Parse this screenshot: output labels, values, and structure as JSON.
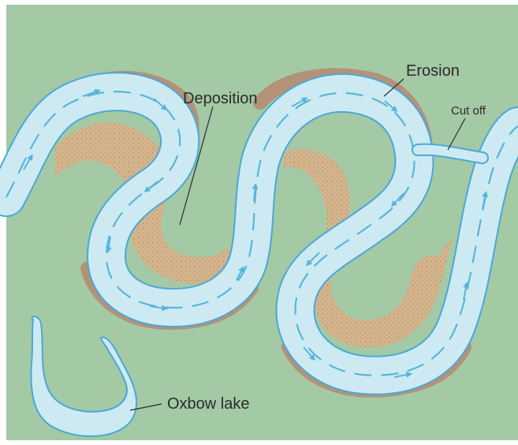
{
  "diagram": {
    "labels": {
      "erosion": "Erosion",
      "deposition": "Deposition",
      "cut_off": "Cut off",
      "oxbow_lake": "Oxbow lake"
    }
  }
}
